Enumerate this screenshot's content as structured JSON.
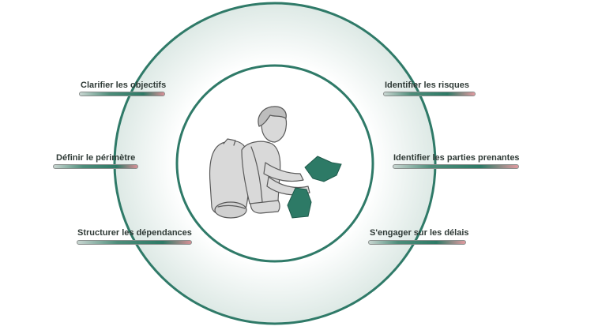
{
  "colors": {
    "ring": "#2f7a68",
    "accent": "#2d7a66",
    "figure_fill": "#d9d9d9",
    "figure_stroke": "#5a5a5a",
    "text": "#2f3a36"
  },
  "center_image": {
    "icon": "hiker-reading-map-icon"
  },
  "left_items": [
    {
      "label": "Clarifier les objectifs"
    },
    {
      "label": "Définir le périmètre"
    },
    {
      "label": "Structurer les dépendances"
    }
  ],
  "right_items": [
    {
      "label": "Identifier les risques"
    },
    {
      "label": "Identifier les parties prenantes"
    },
    {
      "label": "S'engager sur les délais"
    }
  ]
}
